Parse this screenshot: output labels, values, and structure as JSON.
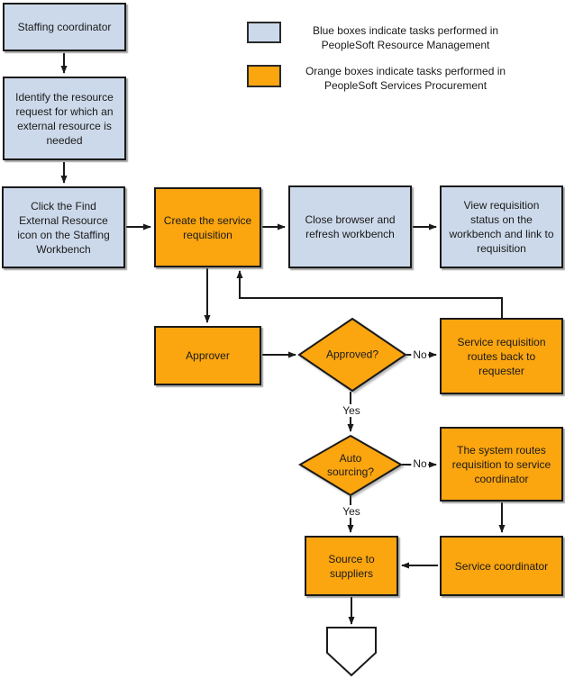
{
  "diagram": {
    "type": "flowchart",
    "colors": {
      "blue_fill": "#ccd9ea",
      "orange_fill": "#fba50f",
      "border": "#1a1a1a",
      "connector": "#1a1a1a"
    },
    "legend": [
      {
        "swatch": "blue-box",
        "swatch_color": "#ccd9ea",
        "text": "Blue boxes indicate tasks performed in\nPeopleSoft Resource Management"
      },
      {
        "swatch": "orange-box",
        "swatch_color": "#fba50f",
        "text": "Orange boxes indicate tasks performed in\nPeopleSoft Services Procurement"
      }
    ],
    "nodes": {
      "staffing_coordinator": {
        "type": "blue-process",
        "text": "Staffing coordinator"
      },
      "identify_request": {
        "type": "blue-process",
        "text": "Identify the resource\nrequest for which an\nexternal resource is\nneeded"
      },
      "click_find_external": {
        "type": "blue-process",
        "text": "Click the Find\nExternal Resource\nicon on the Staffing\nWorkbench"
      },
      "create_requisition": {
        "type": "orange-process",
        "text": "Create the service\nrequisition"
      },
      "close_browser": {
        "type": "blue-process",
        "text": "Close browser and\nrefresh workbench"
      },
      "view_status": {
        "type": "blue-process",
        "text": "View requisition\nstatus on the\nworkbench and link to\nrequisition"
      },
      "approver": {
        "type": "orange-process",
        "text": "Approver"
      },
      "approved_decision": {
        "type": "orange-decision",
        "text": "Approved?"
      },
      "routes_back": {
        "type": "orange-process",
        "text": "Service requisition\nroutes back to\nrequester"
      },
      "auto_sourcing_decision": {
        "type": "orange-decision",
        "text": "Auto\nsourcing?"
      },
      "system_routes": {
        "type": "orange-process",
        "text": "The system routes\nrequisition to service\ncoordinator"
      },
      "source_to_suppliers": {
        "type": "orange-process",
        "text": "Source to\nsuppliers"
      },
      "service_coordinator": {
        "type": "orange-process",
        "text": "Service coordinator"
      },
      "offpage_connector": {
        "type": "offpage-connector",
        "text": ""
      }
    },
    "edge_labels": {
      "approved_no": "No",
      "approved_yes": "Yes",
      "auto_sourcing_no": "No",
      "auto_sourcing_yes": "Yes"
    }
  }
}
